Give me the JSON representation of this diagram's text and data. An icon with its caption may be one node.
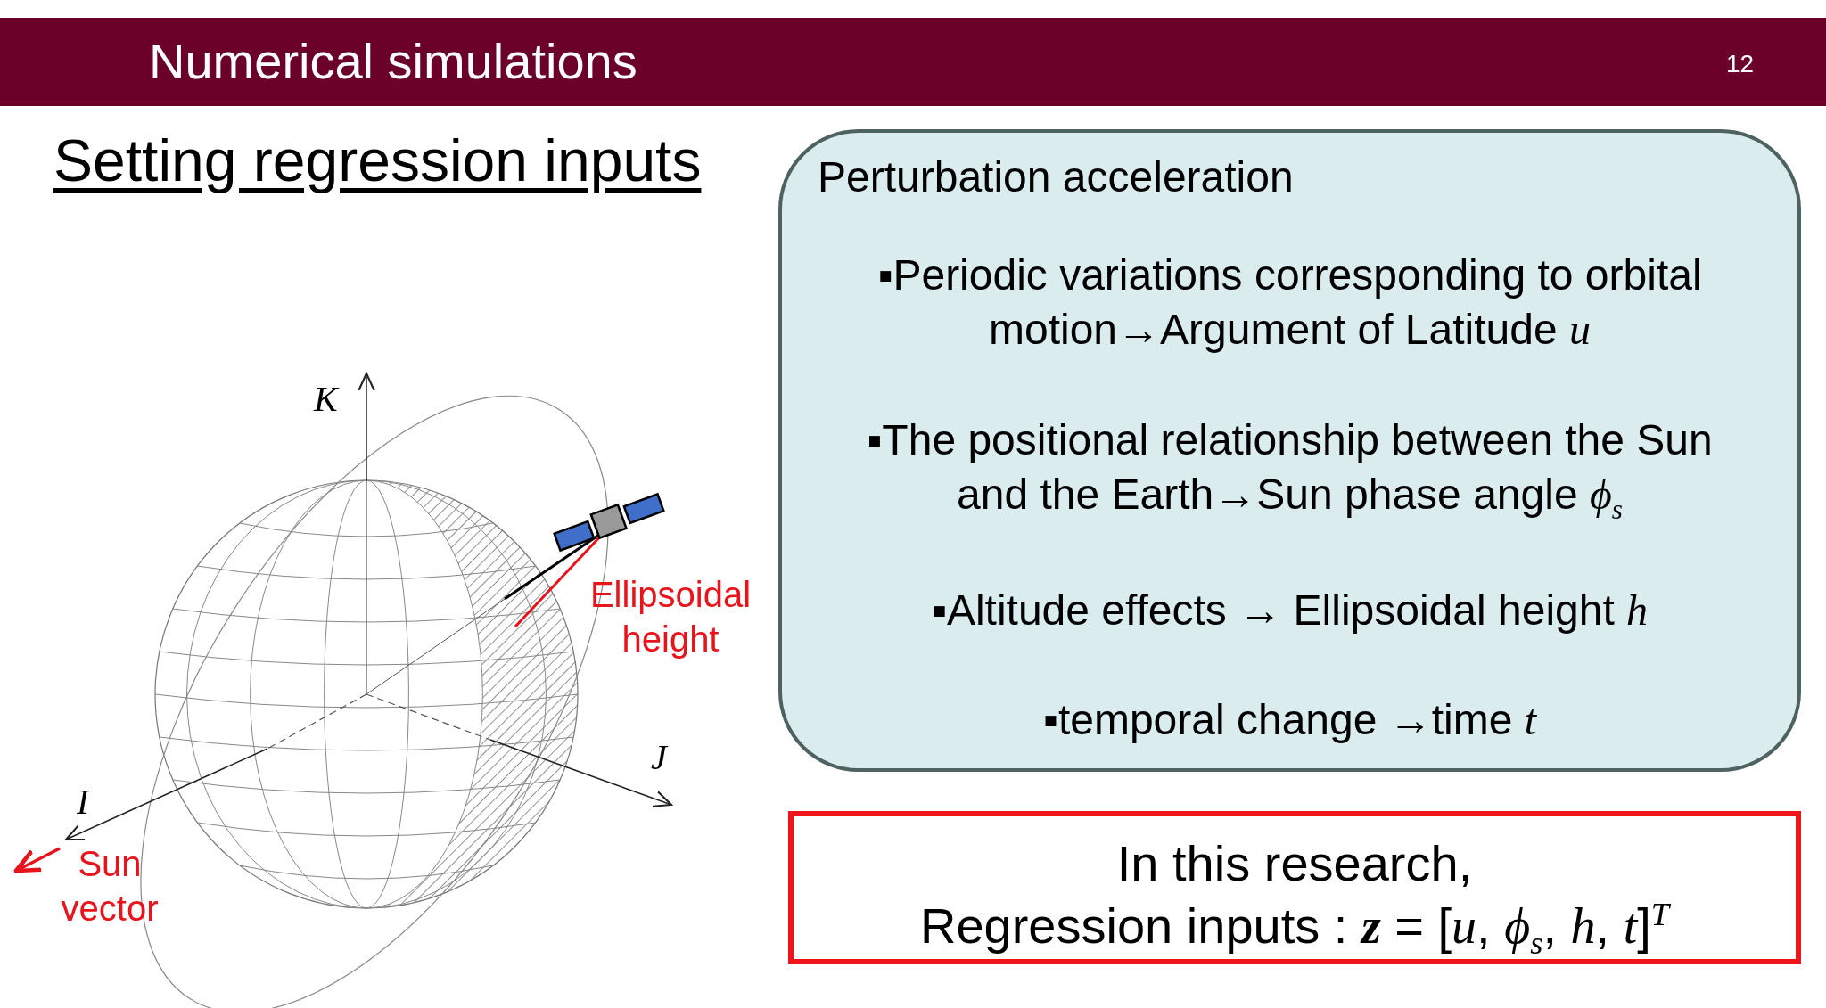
{
  "diagram": {
    "title": "Numerical simulations",
    "nodes": [
      {
        "text": [
          "Perturbation acceleration",
          "▪Periodic variations corresponding to orbital motion→Argument of Latitude *u*",
          "▪The positional relationship between the Sun and the Earth→Sun phase angle *ϕ*$_{s}$",
          "▪Altitude effects → Ellipsoidal height *h*",
          "▪temporal change →time *t*"
        ]
      },
      {
        "text": [
          "In this research,",
          "Regression inputs : **z** = [*u*, *ϕ*$_{s}$, *h*, *t*]$^{T}$"
        ]
      }
    ],
    "labels": [
      "12",
      "Setting regression inputs",
      "K",
      "Ellipsoidal height",
      "J",
      "I",
      "Sun vector"
    ]
  }
}
